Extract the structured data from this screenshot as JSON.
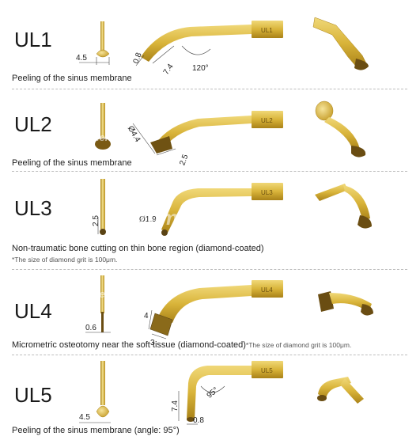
{
  "rows": [
    {
      "code": "UL1",
      "description": "Peeling of the sinus membrane",
      "note": "",
      "label": "UL1",
      "dims": [
        "4.5",
        "0.8",
        "7.4",
        "120°"
      ]
    },
    {
      "code": "UL2",
      "description": "Peeling of the sinus membrane",
      "note": "",
      "label": "UL2",
      "dims": [
        "Ø4.4",
        "2.5"
      ]
    },
    {
      "code": "UL3",
      "description": "Non-traumatic bone cutting on thin bone region (diamond-coated)",
      "note": "*The size of diamond grit is 100μm.",
      "label": "UL3",
      "dims": [
        "2.5",
        "Ø1.9"
      ]
    },
    {
      "code": "UL4",
      "description": "Micrometric osteotomy near the soft tissue (diamond-coated)",
      "note": "*The size of diamond grit is 100μm.",
      "label": "UL4",
      "dims": [
        "0.6",
        "4",
        "3"
      ]
    },
    {
      "code": "UL5",
      "description": "Peeling of the sinus membrane (angle: 95°)",
      "note": "",
      "label": "UL5",
      "dims": [
        "4.5",
        "7.4",
        "95°",
        "0.8"
      ]
    }
  ],
  "watermark": "Strumentidentali.it",
  "colors": {
    "gold": "#d9b43a",
    "gold_light": "#f3df8a",
    "gold_dark": "#a98218",
    "tip_dark": "#5a4314"
  }
}
